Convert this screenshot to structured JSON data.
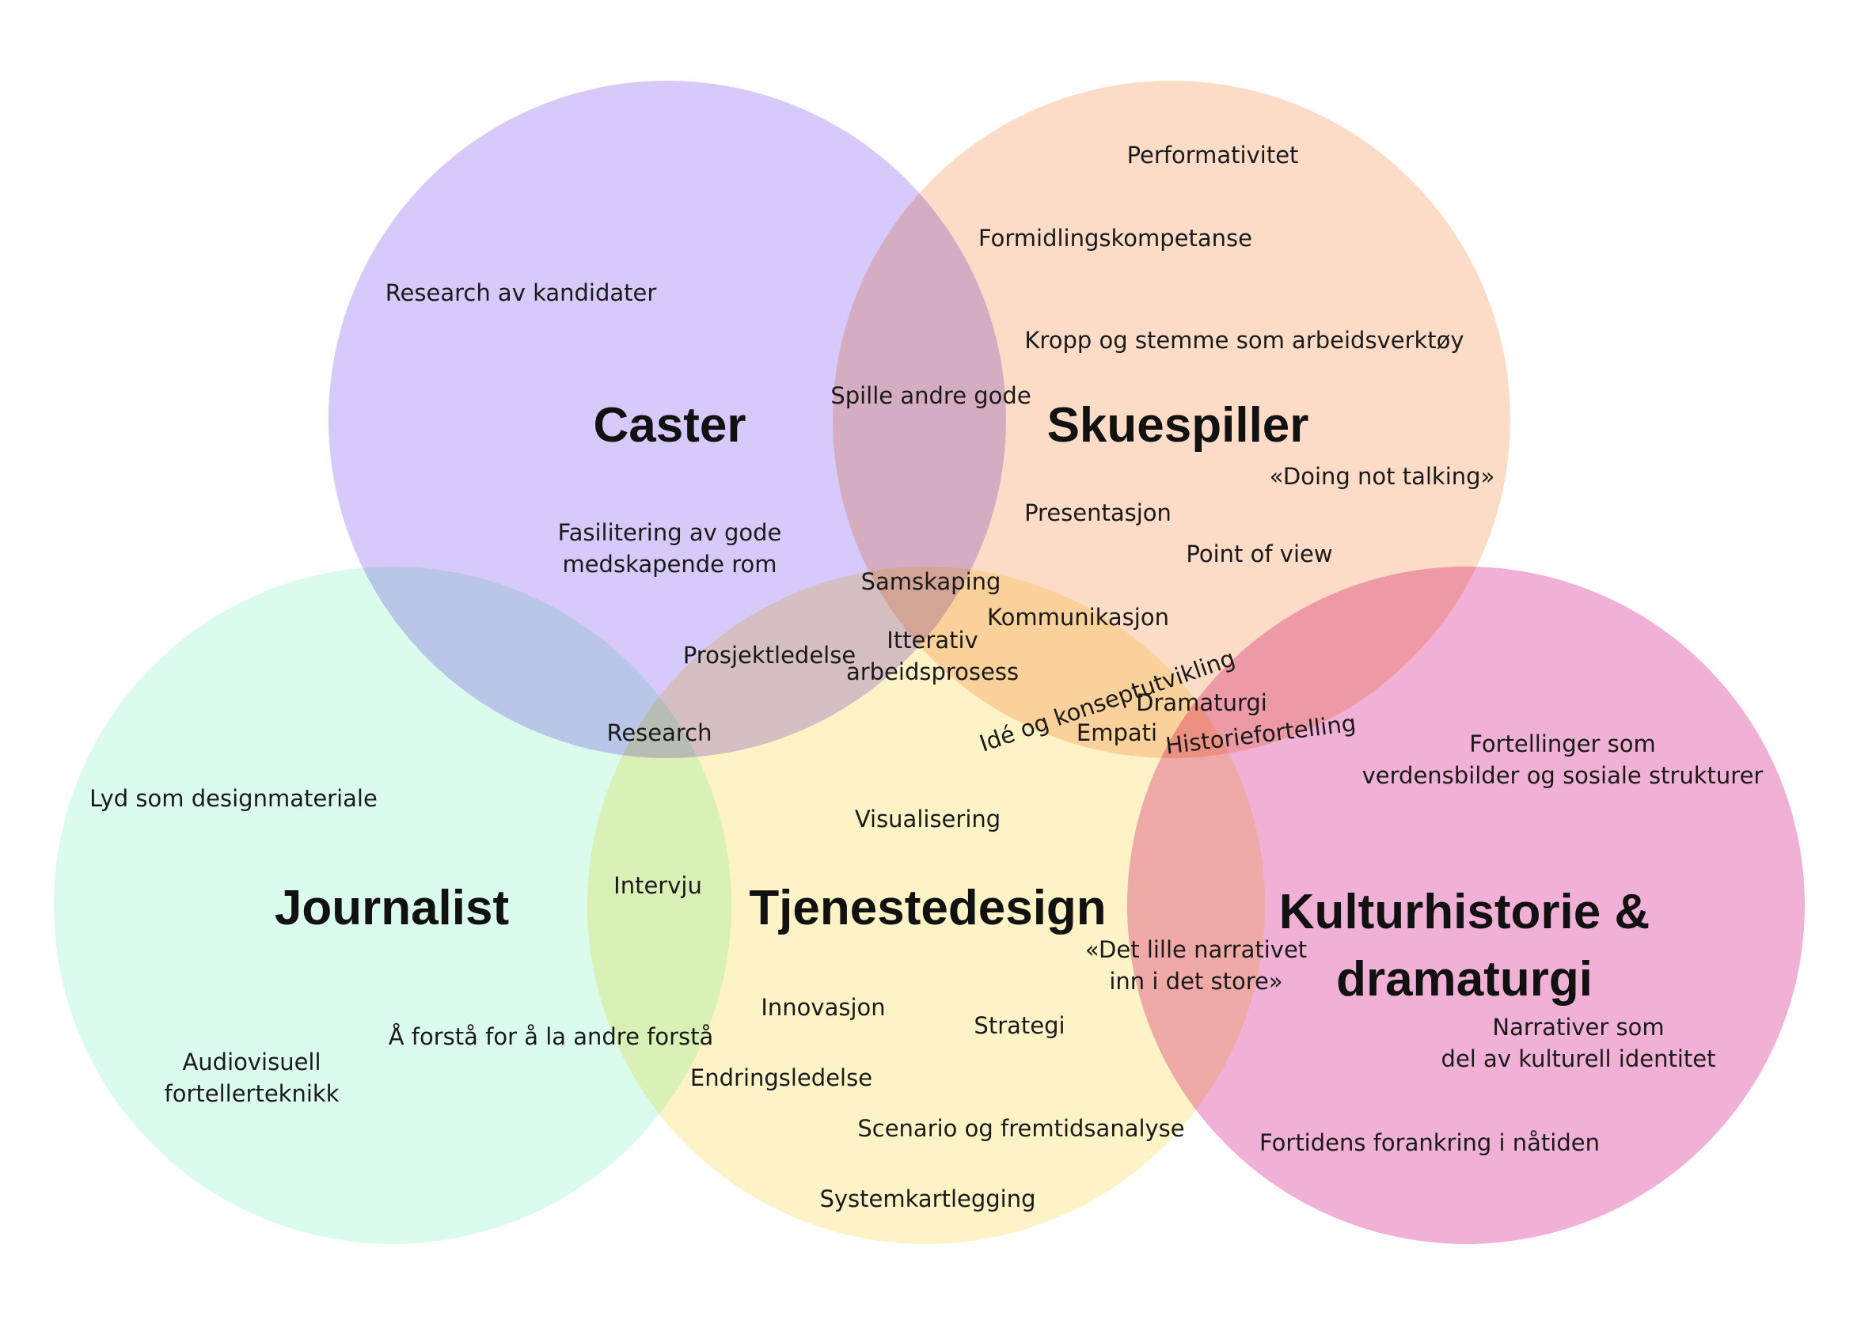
{
  "circles": [
    {
      "key": "caster",
      "title": "Caster",
      "color": "#d8c9fb"
    },
    {
      "key": "skuespiller",
      "title": "Skuespiller",
      "color": "#fcdcc6"
    },
    {
      "key": "journalist",
      "title": "Journalist",
      "color": "#dbfcec"
    },
    {
      "key": "tjenestedesign",
      "title": "Tjenestedesign",
      "color": "#fdf3c6"
    },
    {
      "key": "kulturhistorie",
      "title_lines": [
        "Kulturhistorie &",
        "dramaturgi"
      ],
      "color": "#f1b1d6"
    }
  ],
  "terms": {
    "research_kandidater": "Research av kandidater",
    "fasilitering_1": "Fasilitering av gode",
    "fasilitering_2": "medskapende rom",
    "spille_andre_gode": "Spille andre gode",
    "performativitet": "Performativitet",
    "formidlingskompetanse": "Formidlingskompetanse",
    "kropp_og_stemme": "Kropp og stemme som arbeidsverktøy",
    "doing_not_talking": "«Doing not talking»",
    "presentasjon": "Presentasjon",
    "point_of_view": "Point of view",
    "samskaping": "Samskaping",
    "kommunikasjon": "Kommunikasjon",
    "prosjektledelse": "Prosjektledelse",
    "itterativ_1": "Itterativ",
    "itterativ_2": "arbeidsprosess",
    "ide_og_konsept": "Idé og konseptutvikling",
    "dramaturgi": "Dramaturgi",
    "empati": "Empati",
    "historiefortelling": "Historiefortelling",
    "research": "Research",
    "fortellinger_1": "Fortellinger som",
    "fortellinger_2": "verdensbilder og sosiale strukturer",
    "lyd": "Lyd som designmateriale",
    "visualisering": "Visualisering",
    "intervju": "Intervju",
    "det_lille_1": "«Det lille narrativet",
    "det_lille_2": "inn i det store»",
    "innovasjon": "Innovasjon",
    "strategi": "Strategi",
    "a_forsta": "Å forstå for å la andre forstå",
    "audiovisuell_1": "Audiovisuell",
    "audiovisuell_2": "fortellerteknikk",
    "endringsledelse": "Endringsledelse",
    "narrativer_1": "Narrativer som",
    "narrativer_2": "del av kulturell identitet",
    "scenario": "Scenario og fremtidsanalyse",
    "fortidens": "Fortidens forankring i nåtiden",
    "systemkartlegging": "Systemkartlegging"
  }
}
